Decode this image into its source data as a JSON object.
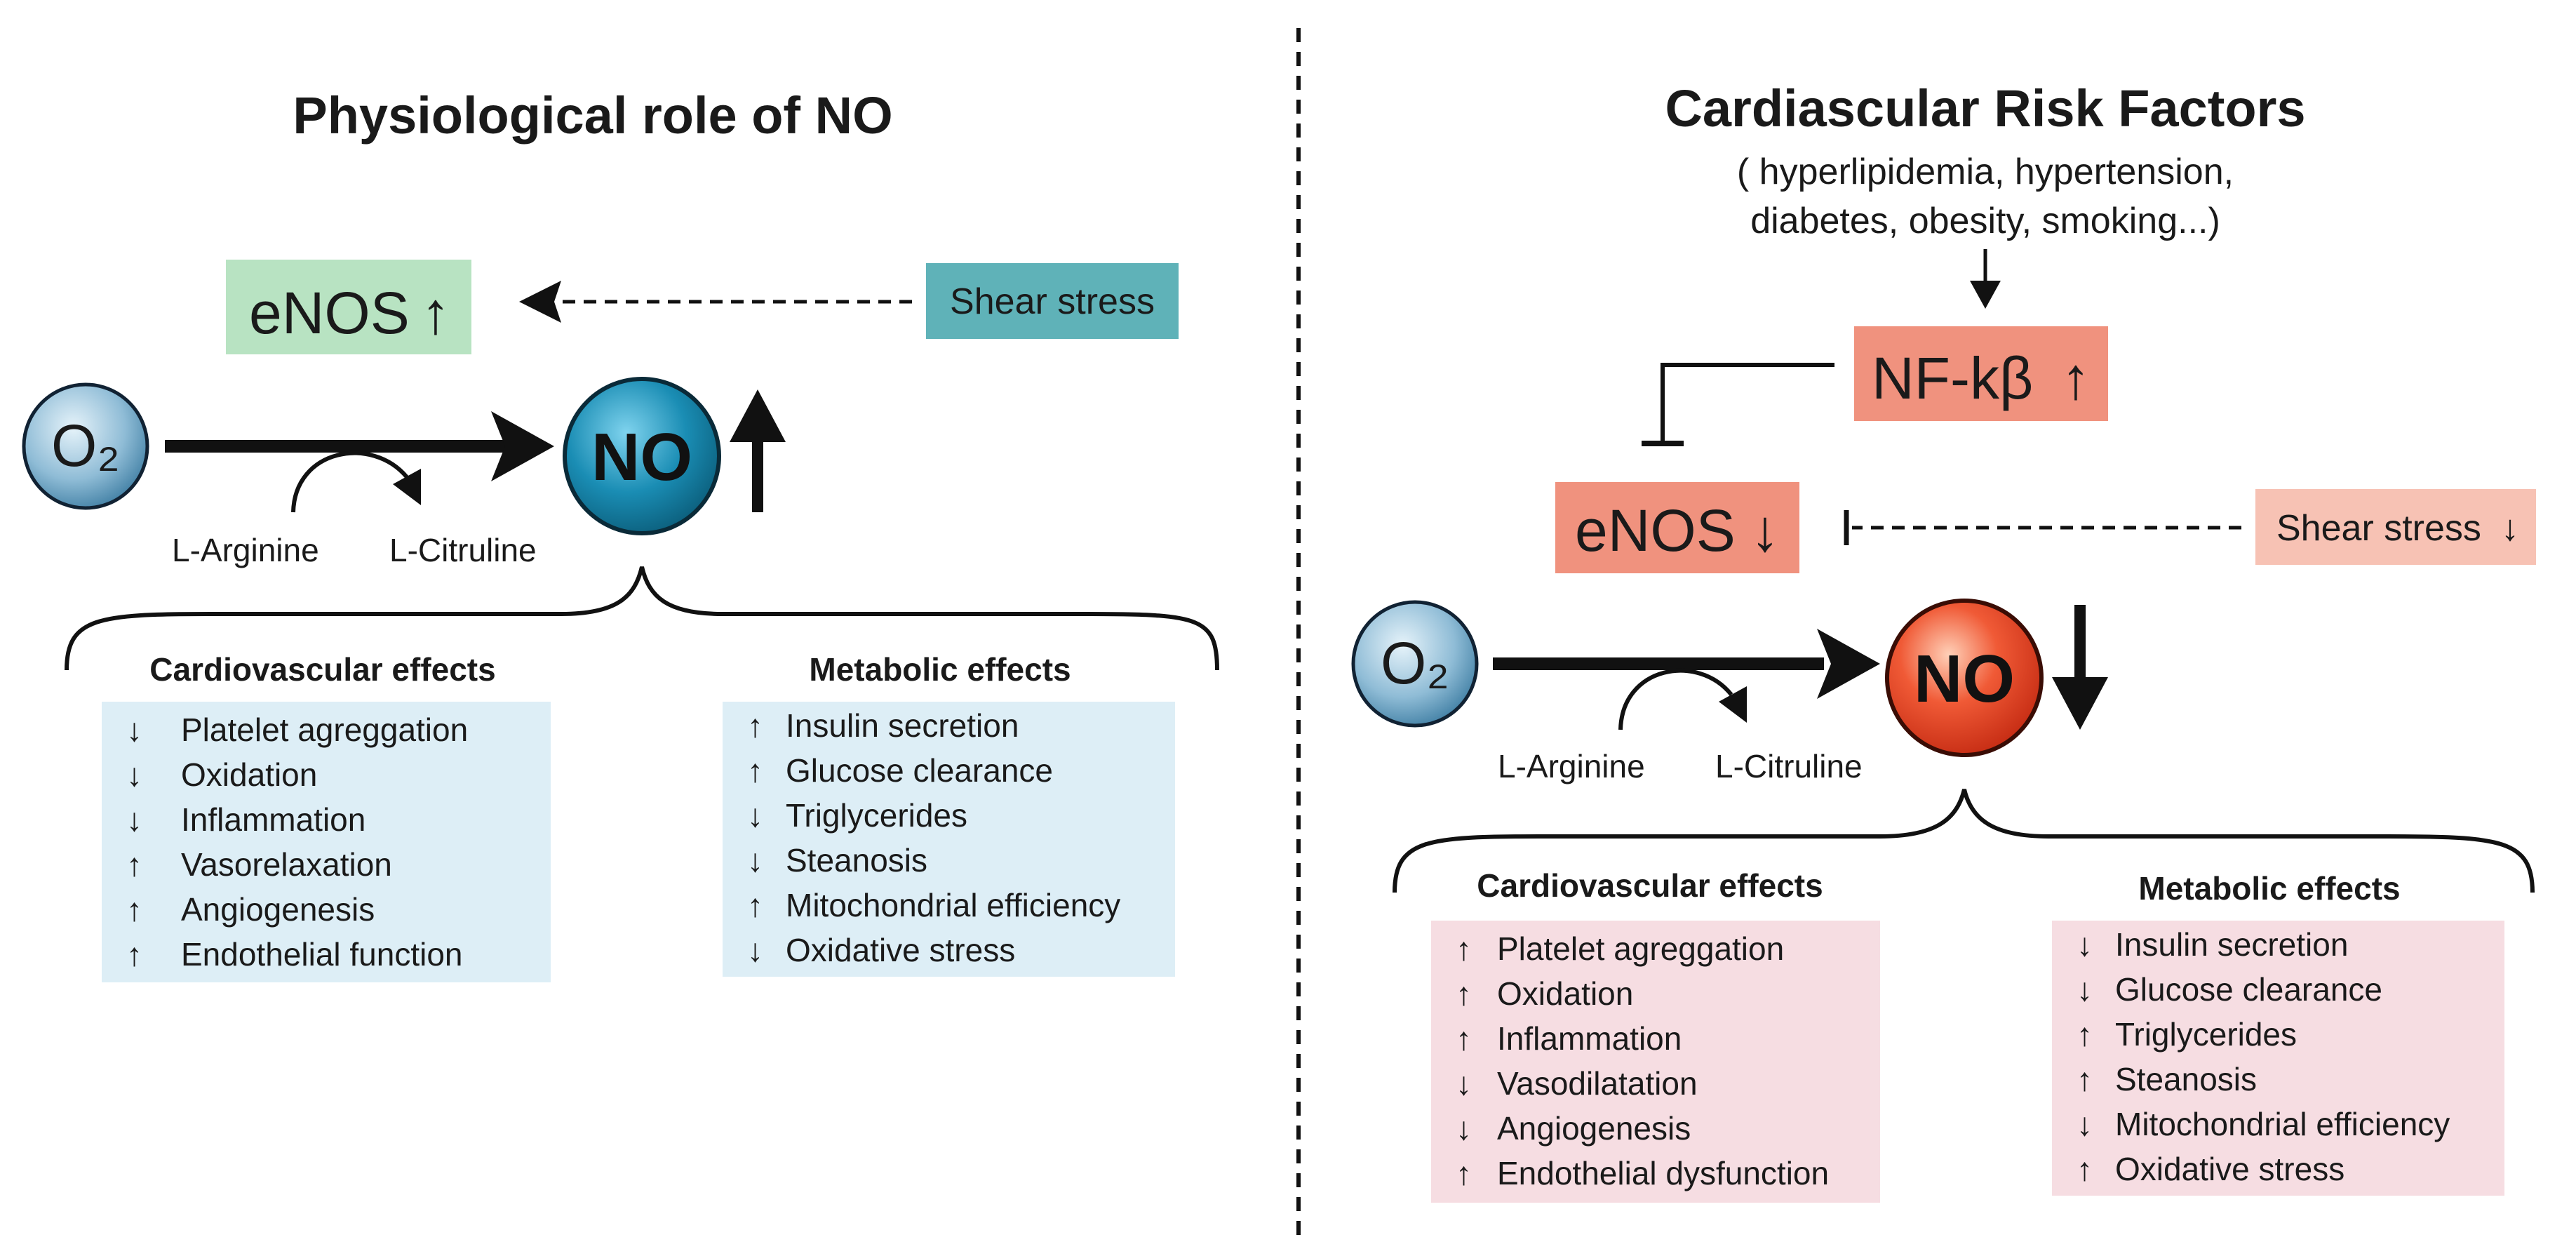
{
  "colors": {
    "green_box": "#b8e3c2",
    "teal_box": "#5fb2b8",
    "blue_list_bg": "#ddeef6",
    "salmon_box": "#f0927e",
    "light_salmon_box": "#f7c2b4",
    "pink_list_bg": "#f6dde2",
    "no_blue": "#1a8db4",
    "no_red": "#e8412a",
    "o2_blue": "#8fbcd6"
  },
  "left": {
    "title": "Physiological role of NO",
    "enos_label": "eNOS",
    "enos_arrow": "↑",
    "shear_label": "Shear stress",
    "o2_label": "O₂",
    "no_label": "NO",
    "no_arrow": "↑",
    "substrate_label": "L-Arginine",
    "product_label": "L-Citruline",
    "cardio": {
      "heading": "Cardiovascular effects",
      "items": [
        {
          "arrow": "↓",
          "text": "Platelet agreggation"
        },
        {
          "arrow": "↓",
          "text": "Oxidation"
        },
        {
          "arrow": "↓",
          "text": "Inflammation"
        },
        {
          "arrow": "↑",
          "text": "Vasorelaxation"
        },
        {
          "arrow": "↑",
          "text": "Angiogenesis"
        },
        {
          "arrow": "↑",
          "text": "Endothelial function"
        }
      ]
    },
    "metabolic": {
      "heading": "Metabolic effects",
      "items": [
        {
          "arrow": "↑",
          "text": "Insulin secretion"
        },
        {
          "arrow": "↑",
          "text": "Glucose clearance"
        },
        {
          "arrow": "↓",
          "text": "Triglycerides"
        },
        {
          "arrow": "↓",
          "text": "Steanosis"
        },
        {
          "arrow": "↑",
          "text": "Mitochondrial efficiency"
        },
        {
          "arrow": "↓",
          "text": "Oxidative stress"
        }
      ]
    }
  },
  "right": {
    "title": "Cardiascular Risk Factors",
    "risk_line1": "( hyperlipidemia, hypertension,",
    "risk_line2": "diabetes, obesity, smoking...)",
    "nfkb_label": "NF-kβ",
    "nfkb_arrow": "↑",
    "enos_label": "eNOS",
    "enos_arrow": "↓",
    "shear_label": "Shear stress",
    "shear_arrow": "↓",
    "o2_label": "O₂",
    "no_label": "NO",
    "no_arrow": "↓",
    "substrate_label": "L-Arginine",
    "product_label": "L-Citruline",
    "cardio": {
      "heading": "Cardiovascular effects",
      "items": [
        {
          "arrow": "↑",
          "text": "Platelet agreggation"
        },
        {
          "arrow": "↑",
          "text": "Oxidation"
        },
        {
          "arrow": "↑",
          "text": "Inflammation"
        },
        {
          "arrow": "↓",
          "text": "Vasodilatation"
        },
        {
          "arrow": "↓",
          "text": "Angiogenesis"
        },
        {
          "arrow": "↑",
          "text": "Endothelial dysfunction"
        }
      ]
    },
    "metabolic": {
      "heading": "Metabolic effects",
      "items": [
        {
          "arrow": "↓",
          "text": "Insulin secretion"
        },
        {
          "arrow": "↓",
          "text": "Glucose clearance"
        },
        {
          "arrow": "↑",
          "text": "Triglycerides"
        },
        {
          "arrow": "↑",
          "text": "Steanosis"
        },
        {
          "arrow": "↓",
          "text": "Mitochondrial efficiency"
        },
        {
          "arrow": "↑",
          "text": "Oxidative stress"
        }
      ]
    }
  }
}
